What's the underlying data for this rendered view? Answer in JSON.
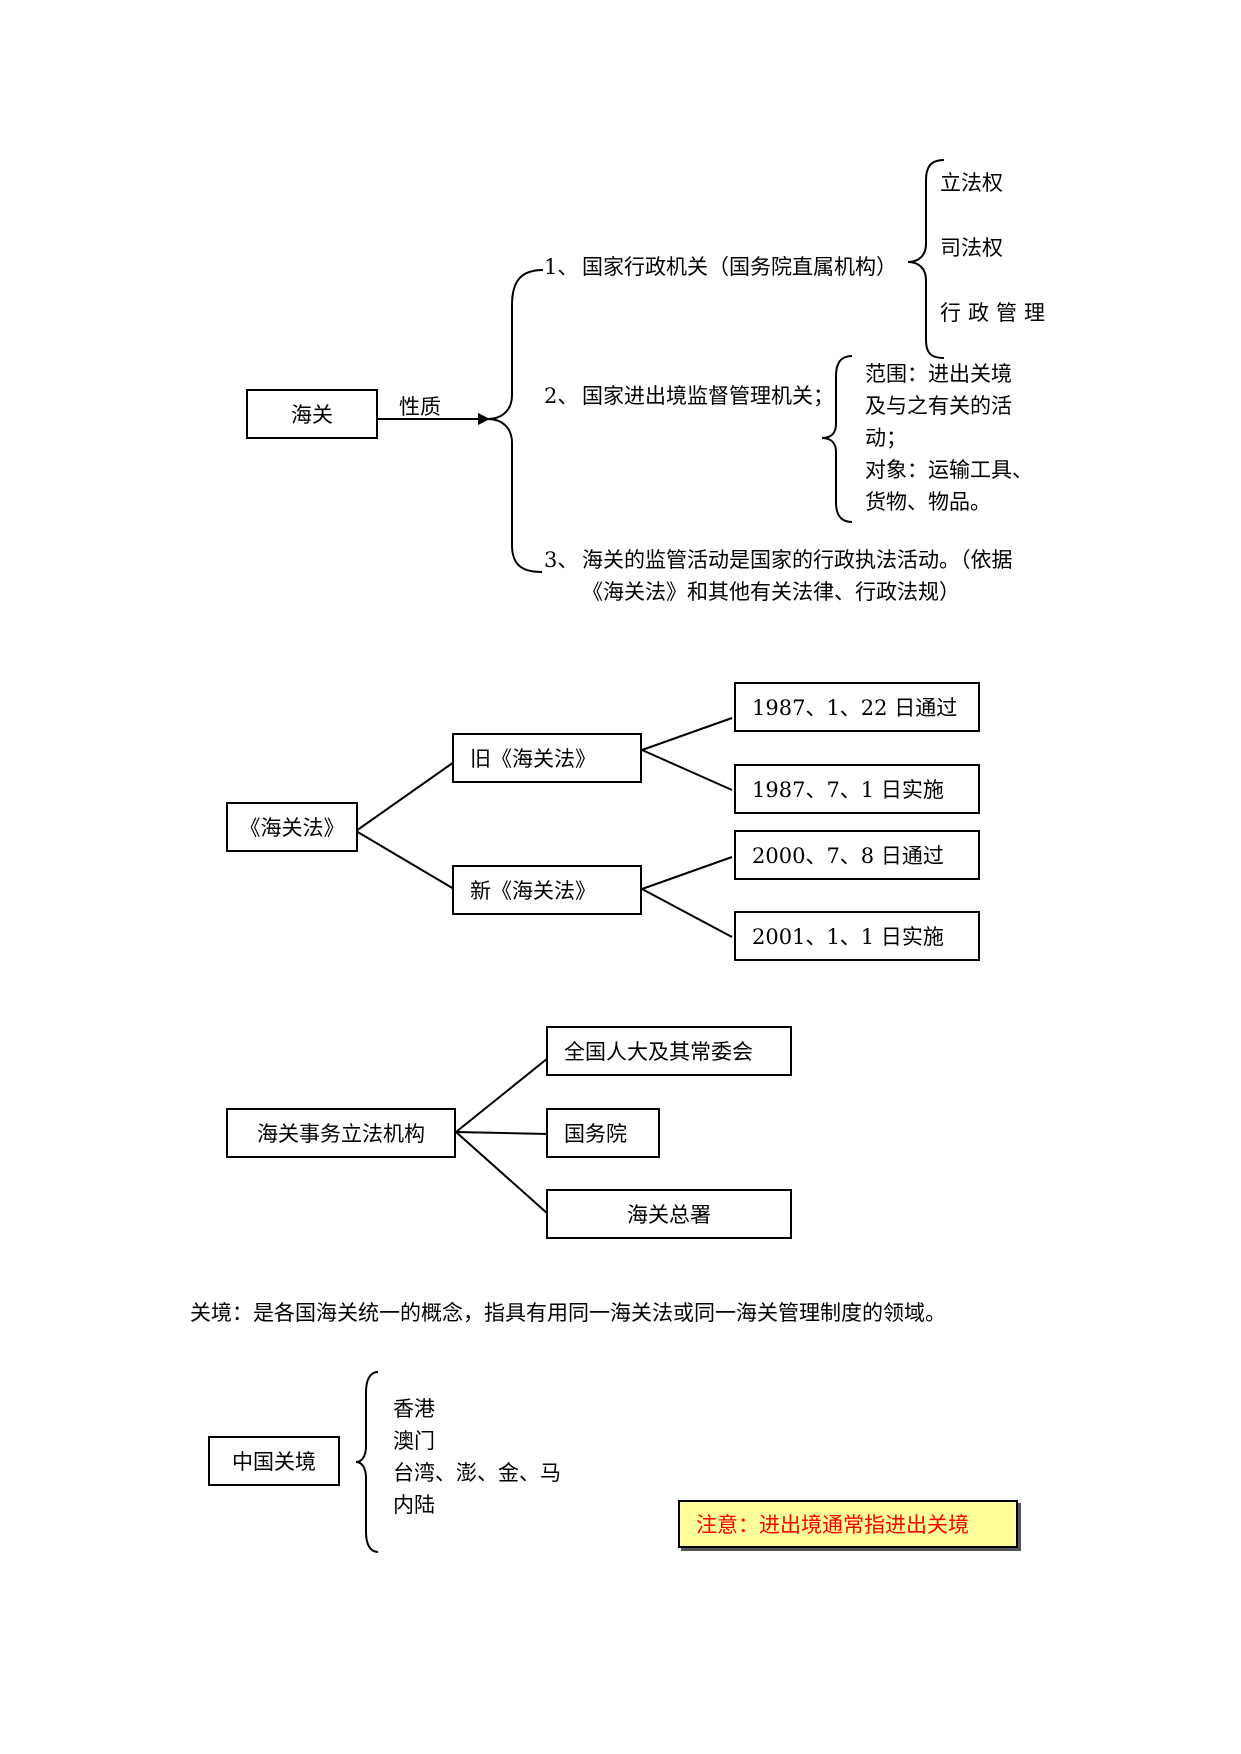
{
  "nature": {
    "root": "海关",
    "edge_label": "性质",
    "items": [
      {
        "no": "1、",
        "text": "国家行政机关（国务院直属机构）"
      },
      {
        "no": "2、",
        "text": "国家进出境监督管理机关；"
      },
      {
        "no": "3、",
        "text_line1": "海关的监管活动是国家的行政执法活动。（依据",
        "text_line2": "《海关法》和其他有关法律、行政法规）"
      }
    ],
    "powers": [
      "立法权",
      "司法权",
      "行政管理"
    ],
    "scope_lines": [
      "范围：进出关境",
      "及与之有关的活",
      "动；",
      "对象：运输工具、",
      "货物、物品。"
    ]
  },
  "law": {
    "root": "《海关法》",
    "old": {
      "label": "旧《海关法》",
      "passed": "1987、1、22 日通过",
      "effective": "1987、7、1 日实施"
    },
    "new": {
      "label": "新《海关法》",
      "passed": "2000、7、8 日通过",
      "effective": "2001、1、1 日实施"
    }
  },
  "legislation": {
    "root": "海关事务立法机构",
    "items": [
      "全国人大及其常委会",
      "国务院",
      "海关总署"
    ]
  },
  "territory": {
    "definition": "关境：是各国海关统一的概念，指具有用同一海关法或同一海关管理制度的领域。",
    "root": "中国关境",
    "items": [
      "香港",
      "澳门",
      "台湾、澎、金、马",
      "内陆"
    ],
    "note": "注意：进出境通常指进出关境"
  }
}
